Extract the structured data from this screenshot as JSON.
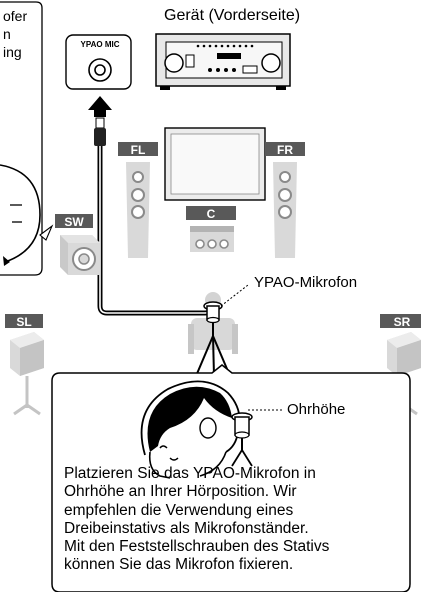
{
  "fragments": {
    "top1": "ofer",
    "top2": "n",
    "top3": "ing"
  },
  "device_label": "Gerät (Vorderseite)",
  "mic_port_label": "YPAO MIC",
  "speakers": {
    "fl": "FL",
    "fr": "FR",
    "c": "C",
    "sw": "SW",
    "sl": "SL",
    "sr": "SR"
  },
  "mic_label": "YPAO-Mikrofon",
  "ear_label": "Ohrhöhe",
  "instruction": [
    "Platzieren Sie das YPAO-Mikrofon in",
    "Ohrhöhe an Ihrer Hörposition. Wir",
    "empfehlen die Verwendung eines",
    "Dreibeinstativs als Mikrofonständer.",
    "Mit den Feststellschrauben des Stativs",
    "können Sie das Mikrofon fixieren."
  ],
  "colors": {
    "badge": "#595959",
    "speaker_light": "#d9d9d9",
    "speaker_mid": "#9a9a9a"
  }
}
